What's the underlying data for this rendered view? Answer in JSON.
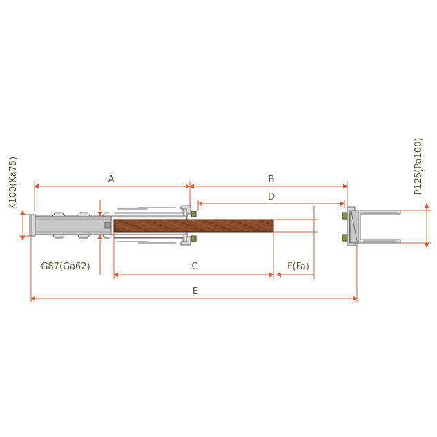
{
  "labels": {
    "a": "A",
    "b": "B",
    "c": "C",
    "d": "D",
    "e": "E",
    "f": "F(Fa)",
    "g": "G87(Ga62)",
    "k": "K100(Ka75)",
    "p": "P125(Pa100)"
  },
  "colors": {
    "dimension": "#d2633c",
    "label": "#5e5636",
    "door_leaf": "#8a4a28",
    "steel": "#c9c9c9"
  }
}
